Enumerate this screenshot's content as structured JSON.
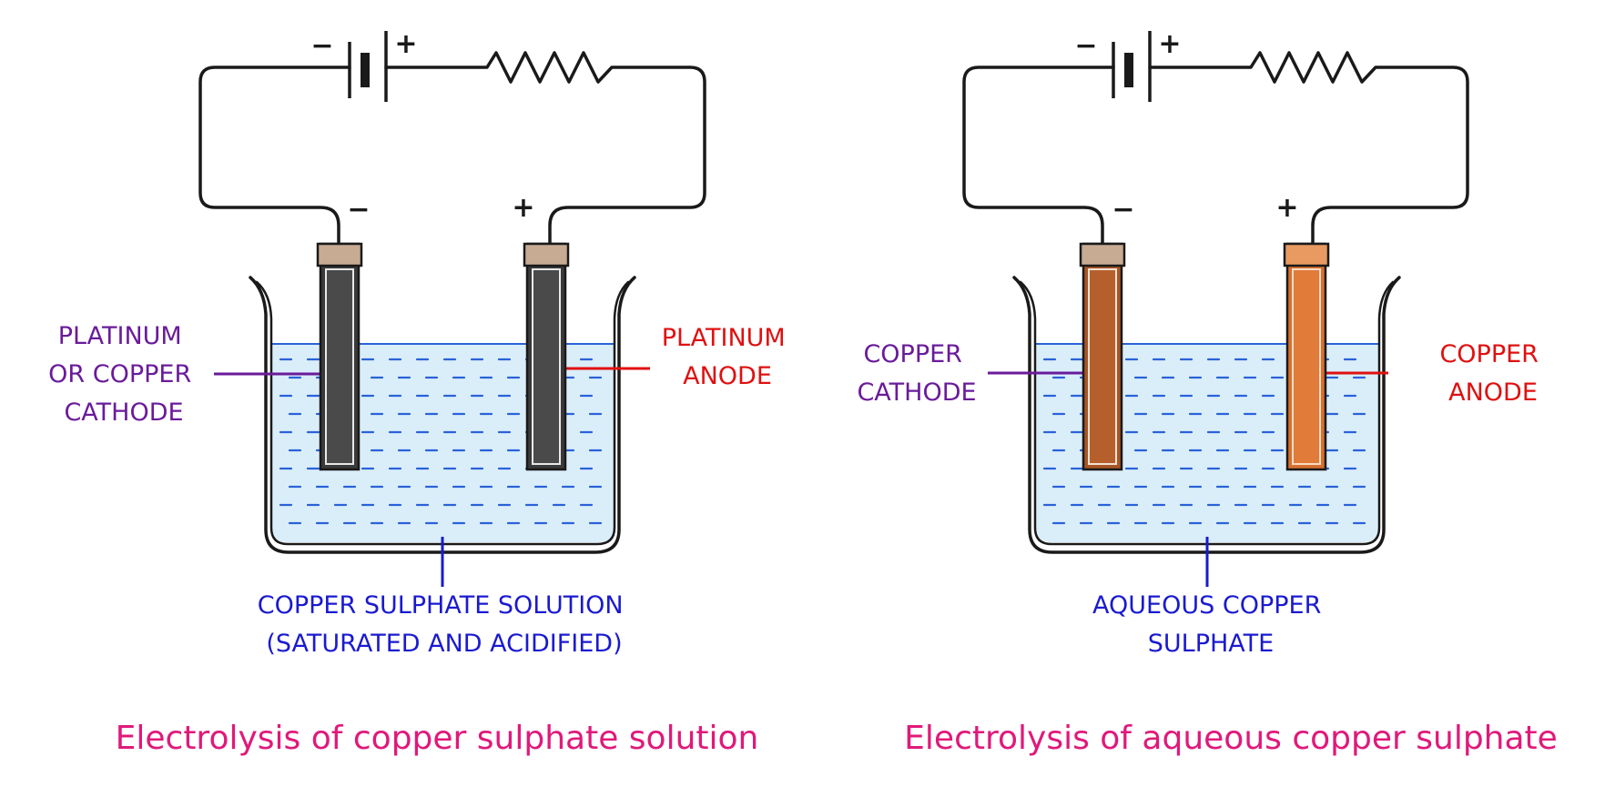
{
  "colors": {
    "cathode_label": "#6a1b9a",
    "anode_label": "#e01010",
    "solution_label": "#1a1ad0",
    "caption": "#e0197a",
    "solution_fill": "#daeefa",
    "dash": "#2a62d8",
    "platinum_electrode": "#3a3a3a",
    "copper_cathode": "#a85525",
    "copper_anode": "#d8702f",
    "cap": "#c7ab92"
  },
  "left": {
    "battery_neg": "−",
    "battery_pos": "+",
    "cathode_sign": "−",
    "anode_sign": "+",
    "cathode_label": [
      "PLATINUM",
      "OR COPPER",
      "CATHODE"
    ],
    "anode_label": [
      "PLATINUM",
      "ANODE"
    ],
    "solution_label": [
      "COPPER SULPHATE SOLUTION",
      "(SATURATED AND ACIDIFIED)"
    ],
    "caption": "Electrolysis of copper sulphate solution"
  },
  "right": {
    "battery_neg": "−",
    "battery_pos": "+",
    "cathode_sign": "−",
    "anode_sign": "+",
    "cathode_label": [
      "COPPER",
      "CATHODE"
    ],
    "anode_label": [
      "COPPER",
      "ANODE"
    ],
    "solution_label": [
      "AQUEOUS COPPER",
      "SULPHATE"
    ],
    "caption": "Electrolysis of aqueous copper sulphate"
  }
}
